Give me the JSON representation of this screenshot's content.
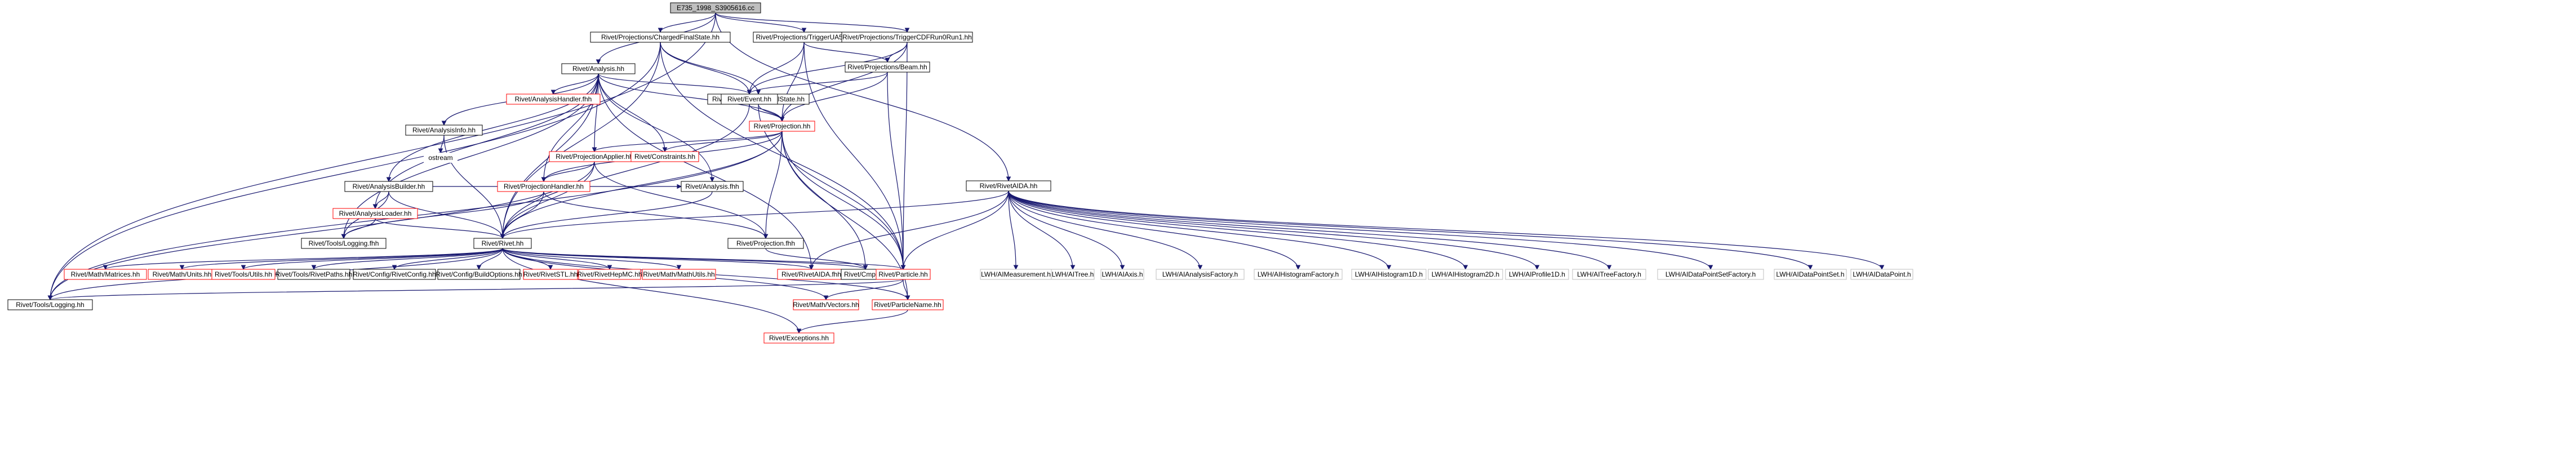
{
  "diagram": {
    "type": "include-dependency-graph",
    "colors": {
      "edge": "#191970",
      "node_border": "#000000",
      "node_border_incomplete": "#ff0000",
      "node_border_external": "#bfbfbf",
      "root_fill": "#bfbfbf",
      "background": "#ffffff"
    },
    "nodes": [
      {
        "id": "root",
        "label": "E735_1998_S3905616.cc"
      },
      {
        "id": "cfs",
        "label": "Rivet/Projections/ChargedFinalState.hh"
      },
      {
        "id": "tua5",
        "label": "Rivet/Projections/TriggerUA5.hh"
      },
      {
        "id": "tcdf",
        "label": "Rivet/Projections/TriggerCDFRun0Run1.hh"
      },
      {
        "id": "rivetaida",
        "label": "Rivet/RivetAIDA.hh"
      },
      {
        "id": "analysis",
        "label": "Rivet/Analysis.hh"
      },
      {
        "id": "fs",
        "label": "Rivet/Projections/FinalState.hh"
      },
      {
        "id": "beam",
        "label": "Rivet/Projections/Beam.hh"
      },
      {
        "id": "event",
        "label": "Rivet/Event.hh"
      },
      {
        "id": "ainfo",
        "label": "Rivet/AnalysisInfo.hh"
      },
      {
        "id": "ahandler",
        "label": "Rivet/AnalysisHandler.fhh"
      },
      {
        "id": "projection",
        "label": "Rivet/Projection.hh"
      },
      {
        "id": "ostream",
        "label": "ostream"
      },
      {
        "id": "abuilder",
        "label": "Rivet/AnalysisBuilder.hh"
      },
      {
        "id": "papplier",
        "label": "Rivet/ProjectionApplier.hh"
      },
      {
        "id": "constraints",
        "label": "Rivet/Constraints.hh"
      },
      {
        "id": "aloader",
        "label": "Rivet/AnalysisLoader.hh"
      },
      {
        "id": "phandler",
        "label": "Rivet/ProjectionHandler.hh"
      },
      {
        "id": "afhh",
        "label": "Rivet/Analysis.fhh"
      },
      {
        "id": "logfhh",
        "label": "Rivet/Tools/Logging.fhh"
      },
      {
        "id": "rivethh",
        "label": "Rivet/Rivet.hh"
      },
      {
        "id": "pfhh",
        "label": "Rivet/Projection.fhh"
      },
      {
        "id": "matrices",
        "label": "Rivet/Math/Matrices.hh"
      },
      {
        "id": "units",
        "label": "Rivet/Math/Units.hh"
      },
      {
        "id": "utils",
        "label": "Rivet/Tools/Utils.hh"
      },
      {
        "id": "rpaths",
        "label": "Rivet/Tools/RivetPaths.hh"
      },
      {
        "id": "rconfig",
        "label": "Rivet/Config/RivetConfig.hh"
      },
      {
        "id": "bopts",
        "label": "Rivet/Config/BuildOptions.hh"
      },
      {
        "id": "rstl",
        "label": "Rivet/RivetSTL.hh"
      },
      {
        "id": "hepmc",
        "label": "Rivet/RivetHepMC.hh"
      },
      {
        "id": "mathutils",
        "label": "Rivet/Math/MathUtils.hh"
      },
      {
        "id": "aidafhh",
        "label": "Rivet/RivetAIDA.fhh"
      },
      {
        "id": "cmpfhh",
        "label": "Rivet/Cmp.fhh"
      },
      {
        "id": "particle",
        "label": "Rivet/Particle.hh"
      },
      {
        "id": "logging",
        "label": "Rivet/Tools/Logging.hh"
      },
      {
        "id": "vectors",
        "label": "Rivet/Math/Vectors.hh"
      },
      {
        "id": "pname",
        "label": "Rivet/ParticleName.hh"
      },
      {
        "id": "exceptions",
        "label": "Rivet/Exceptions.hh"
      },
      {
        "id": "lmeas",
        "label": "LWH/AIMeasurement.h"
      },
      {
        "id": "ltree",
        "label": "LWH/AITree.h"
      },
      {
        "id": "laxis",
        "label": "LWH/AIAxis.h"
      },
      {
        "id": "lafact",
        "label": "LWH/AIAnalysisFactory.h"
      },
      {
        "id": "lhfact",
        "label": "LWH/AIHistogramFactory.h"
      },
      {
        "id": "lh1",
        "label": "LWH/AIHistogram1D.h"
      },
      {
        "id": "lh2",
        "label": "LWH/AIHistogram2D.h"
      },
      {
        "id": "lp1",
        "label": "LWH/AIProfile1D.h"
      },
      {
        "id": "ltfact",
        "label": "LWH/AITreeFactory.h"
      },
      {
        "id": "ldpsfact",
        "label": "LWH/AIDataPointSetFactory.h"
      },
      {
        "id": "ldps",
        "label": "LWH/AIDataPointSet.h"
      },
      {
        "id": "ldp",
        "label": "LWH/AIDataPoint.h"
      }
    ]
  }
}
